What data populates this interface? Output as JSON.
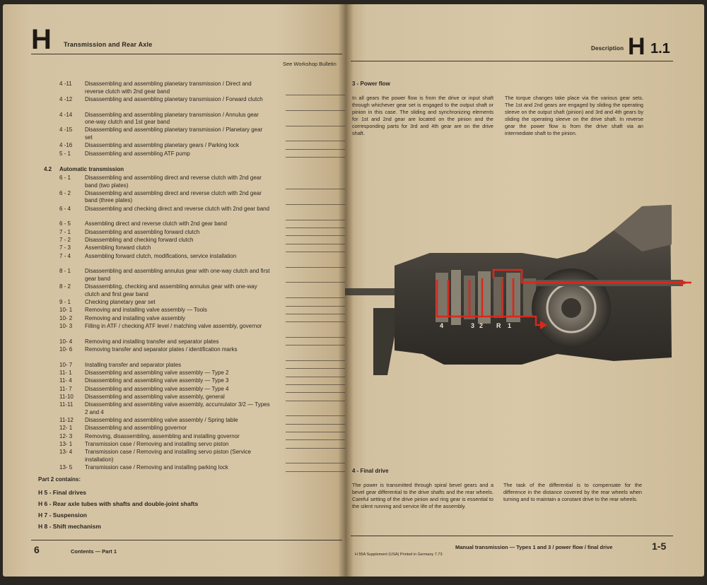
{
  "left_page": {
    "section_letter": "H",
    "section_title": "Transmission and Rear Axle",
    "column_note": "See Workshop Bulletin",
    "items_top": [
      {
        "num": "4 -11",
        "text": "Disassembling and assembling planetary transmission / Direct and reverse clutch with 2nd gear band"
      },
      {
        "num": "4 -12",
        "text": "Disassembling and assembling planetary transmission / Forward clutch"
      },
      {
        "num": "4 -14",
        "text": "Disassembling and assembling planetary transmission / Annulus gear one-way clutch and 1st gear band"
      },
      {
        "num": "4 -15",
        "text": "Disassembling and assembling planetary transmission / Planetary gear set"
      },
      {
        "num": "4 -16",
        "text": "Disassembling and assembling planetary gears / Parking lock"
      },
      {
        "num": "5 - 1",
        "text": "Disassembling and assembling ATF pump"
      }
    ],
    "section_42_num": "4.2",
    "section_42_title": "Automatic transmission",
    "items_auto": [
      {
        "num": "6 - 1",
        "text": "Disassembling and assembling direct and reverse clutch with 2nd gear band (two plates)"
      },
      {
        "num": "6 - 2",
        "text": "Disassembling and assembling direct and reverse clutch with 2nd gear band (three plates)"
      },
      {
        "num": "6 - 4",
        "text": "Disassembling and checking direct and reverse clutch with 2nd gear band"
      },
      {
        "num": "6 - 5",
        "text": "Assembling direct and reverse clutch with 2nd gear band"
      },
      {
        "num": "7 - 1",
        "text": "Disassembling and assembling forward clutch"
      },
      {
        "num": "7 - 2",
        "text": "Disassembling and checking forward clutch"
      },
      {
        "num": "7 - 3",
        "text": "Assembling forward clutch"
      },
      {
        "num": "7 - 4",
        "text": "Assembling forward clutch, modifications, service installation"
      },
      {
        "num": "8 - 1",
        "text": "Disassembling and assembling annulus gear with one-way clutch and first gear band"
      },
      {
        "num": "8 - 2",
        "text": "Disassembling, checking and assembling annulus gear with one-way clutch and first gear band"
      },
      {
        "num": "9 - 1",
        "text": "Checking planetary gear set"
      },
      {
        "num": "10- 1",
        "text": "Removing and installing valve assembly — Tools"
      },
      {
        "num": "10- 2",
        "text": "Removing and installing valve assembly"
      },
      {
        "num": "10- 3",
        "text": "Filling in ATF / checking ATF level / matching valve assembly, governor"
      },
      {
        "num": "10- 4",
        "text": "Removing and installing transfer and separator plates"
      },
      {
        "num": "10- 6",
        "text": "Removing transfer and separator plates / identification marks"
      },
      {
        "num": "10- 7",
        "text": "Installing transfer and separator plates"
      },
      {
        "num": "11- 1",
        "text": "Disassembling and assembling valve assembly — Type 2"
      },
      {
        "num": "11- 4",
        "text": "Disassembling and assembling valve assembly — Type 3"
      },
      {
        "num": "11- 7",
        "text": "Disassembling and assembling valve assembly — Type 4"
      },
      {
        "num": "11-10",
        "text": "Disassembling and assembling valve assembly, general"
      },
      {
        "num": "11-11",
        "text": "Disassembling and assembling valve assembly, accumulator 3/2 — Types 2 and 4"
      },
      {
        "num": "11-12",
        "text": "Disassembling and assembling valve assembly / Spring table"
      },
      {
        "num": "12- 1",
        "text": "Disassembling and assembling governor"
      },
      {
        "num": "12- 3",
        "text": "Removing, disassembling, assembling and installing governor"
      },
      {
        "num": "13- 1",
        "text": "Transmission case / Removing and installing servo piston"
      },
      {
        "num": "13- 4",
        "text": "Transmission case / Removing and installing servo piston (Service installation)"
      },
      {
        "num": "13- 5",
        "text": "Transmission case / Removing and installing parking lock"
      }
    ],
    "part2_title": "Part 2 contains:",
    "part2_items": [
      "H 5 - Final drives",
      "H 6 - Rear axle tubes with shafts and double-joint shafts",
      "H 7 - Suspension",
      "H 8 - Shift mechanism"
    ],
    "footer_page": "6",
    "footer_label": "Contents — Part 1"
  },
  "right_page": {
    "header_label": "Description",
    "section_letter": "H",
    "section_number": "1.1",
    "power_flow_title": "3 - Power flow",
    "power_flow_col1": "In all gears the power flow is from the drive or input shaft through whichever gear set is engaged to the output shaft or pinion in this case. The sliding and synchronizing elements for 1st and 2nd gear are located on the pinion and the corresponding parts for 3rd and 4th gear are on the drive shaft.",
    "power_flow_col2": "The torque changes take place via the various gear sets. The 1st and 2nd gears are engaged by sliding the operating sleeve on the output shaft (pinion) and 3rd and 4th gears by sliding the operating sleeve on the drive shaft. In reverse gear the power flow is from the drive shaft via an intermediate shaft to the pinion.",
    "gear_labels": [
      "4",
      "3",
      "2",
      "R",
      "1"
    ],
    "final_drive_title": "4 - Final drive",
    "final_drive_col1": "The power is transmitted through spiral bevel gears and a bevel gear differential to the drive shafts and the rear wheels. Careful setting of the drive pinion and ring gear is essential to the silent running and service life of the assembly.",
    "final_drive_col2": "The task of the differential is to compensate for the difference in the distance covered by the rear wheels when turning and to maintain a constant drive to the rear wheels.",
    "footer_label": "Manual transmission — Types 1 and 3 / power flow / final drive",
    "footer_page": "1-5",
    "footer_small": "H 55A Supplement (USA) Printed in Germany 7.73"
  },
  "colors": {
    "paper": "#d6c6a6",
    "ink": "#2b2520",
    "power_flow": "#d8281e"
  }
}
